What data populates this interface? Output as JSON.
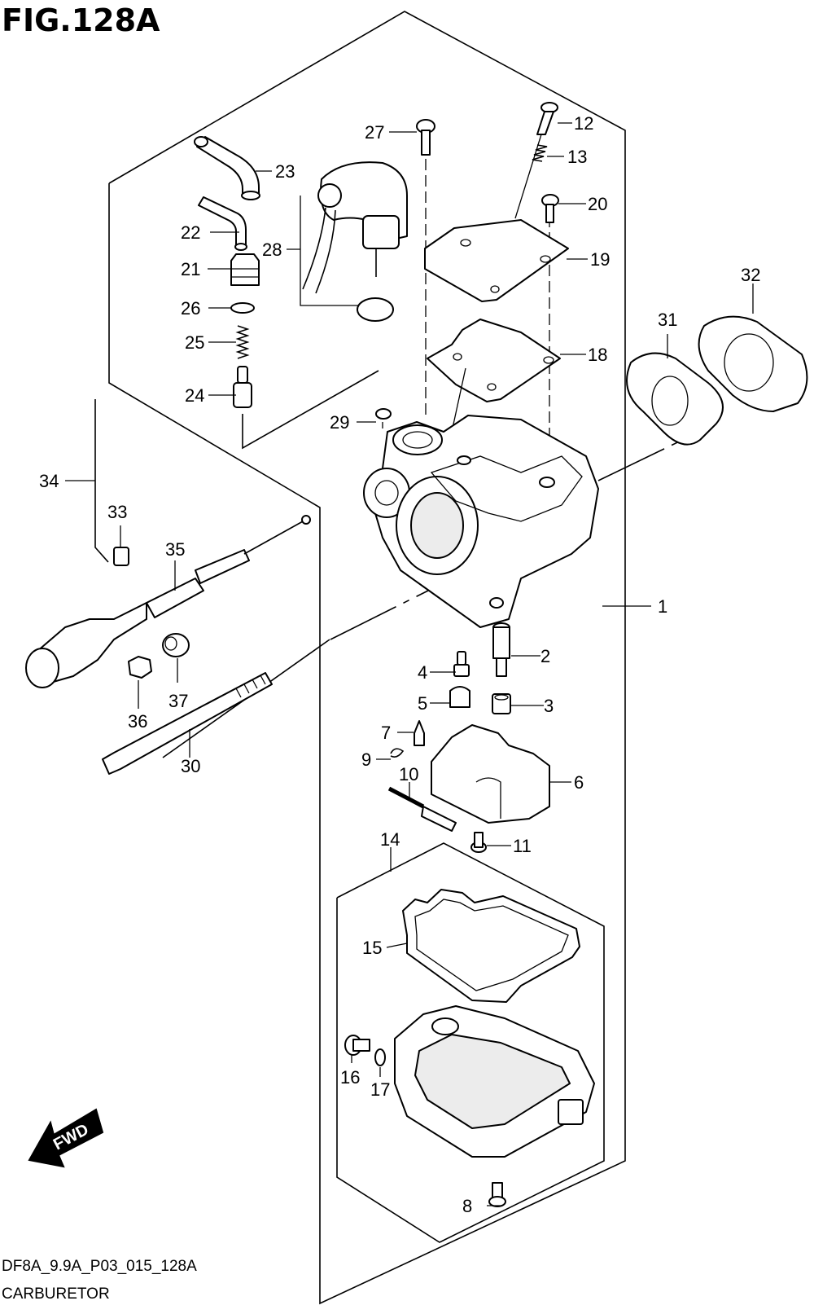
{
  "figure": {
    "title": "FIG.128A",
    "code": "DF8A_9.9A_P03_015_128A",
    "name": "CARBURETOR"
  },
  "fwd_label": "FWD",
  "callouts": {
    "c1": "1",
    "c2": "2",
    "c3": "3",
    "c4": "4",
    "c5": "5",
    "c6": "6",
    "c7": "7",
    "c8": "8",
    "c9": "9",
    "c10": "10",
    "c11": "11",
    "c12": "12",
    "c13": "13",
    "c14": "14",
    "c15": "15",
    "c16": "16",
    "c17": "17",
    "c18": "18",
    "c19": "19",
    "c20": "20",
    "c21": "21",
    "c22": "22",
    "c23": "23",
    "c24": "24",
    "c25": "25",
    "c26": "26",
    "c27": "27",
    "c28": "28",
    "c29": "29",
    "c30": "30",
    "c31": "31",
    "c32": "32",
    "c33": "33",
    "c34": "34",
    "c35": "35",
    "c36": "36",
    "c37": "37"
  }
}
